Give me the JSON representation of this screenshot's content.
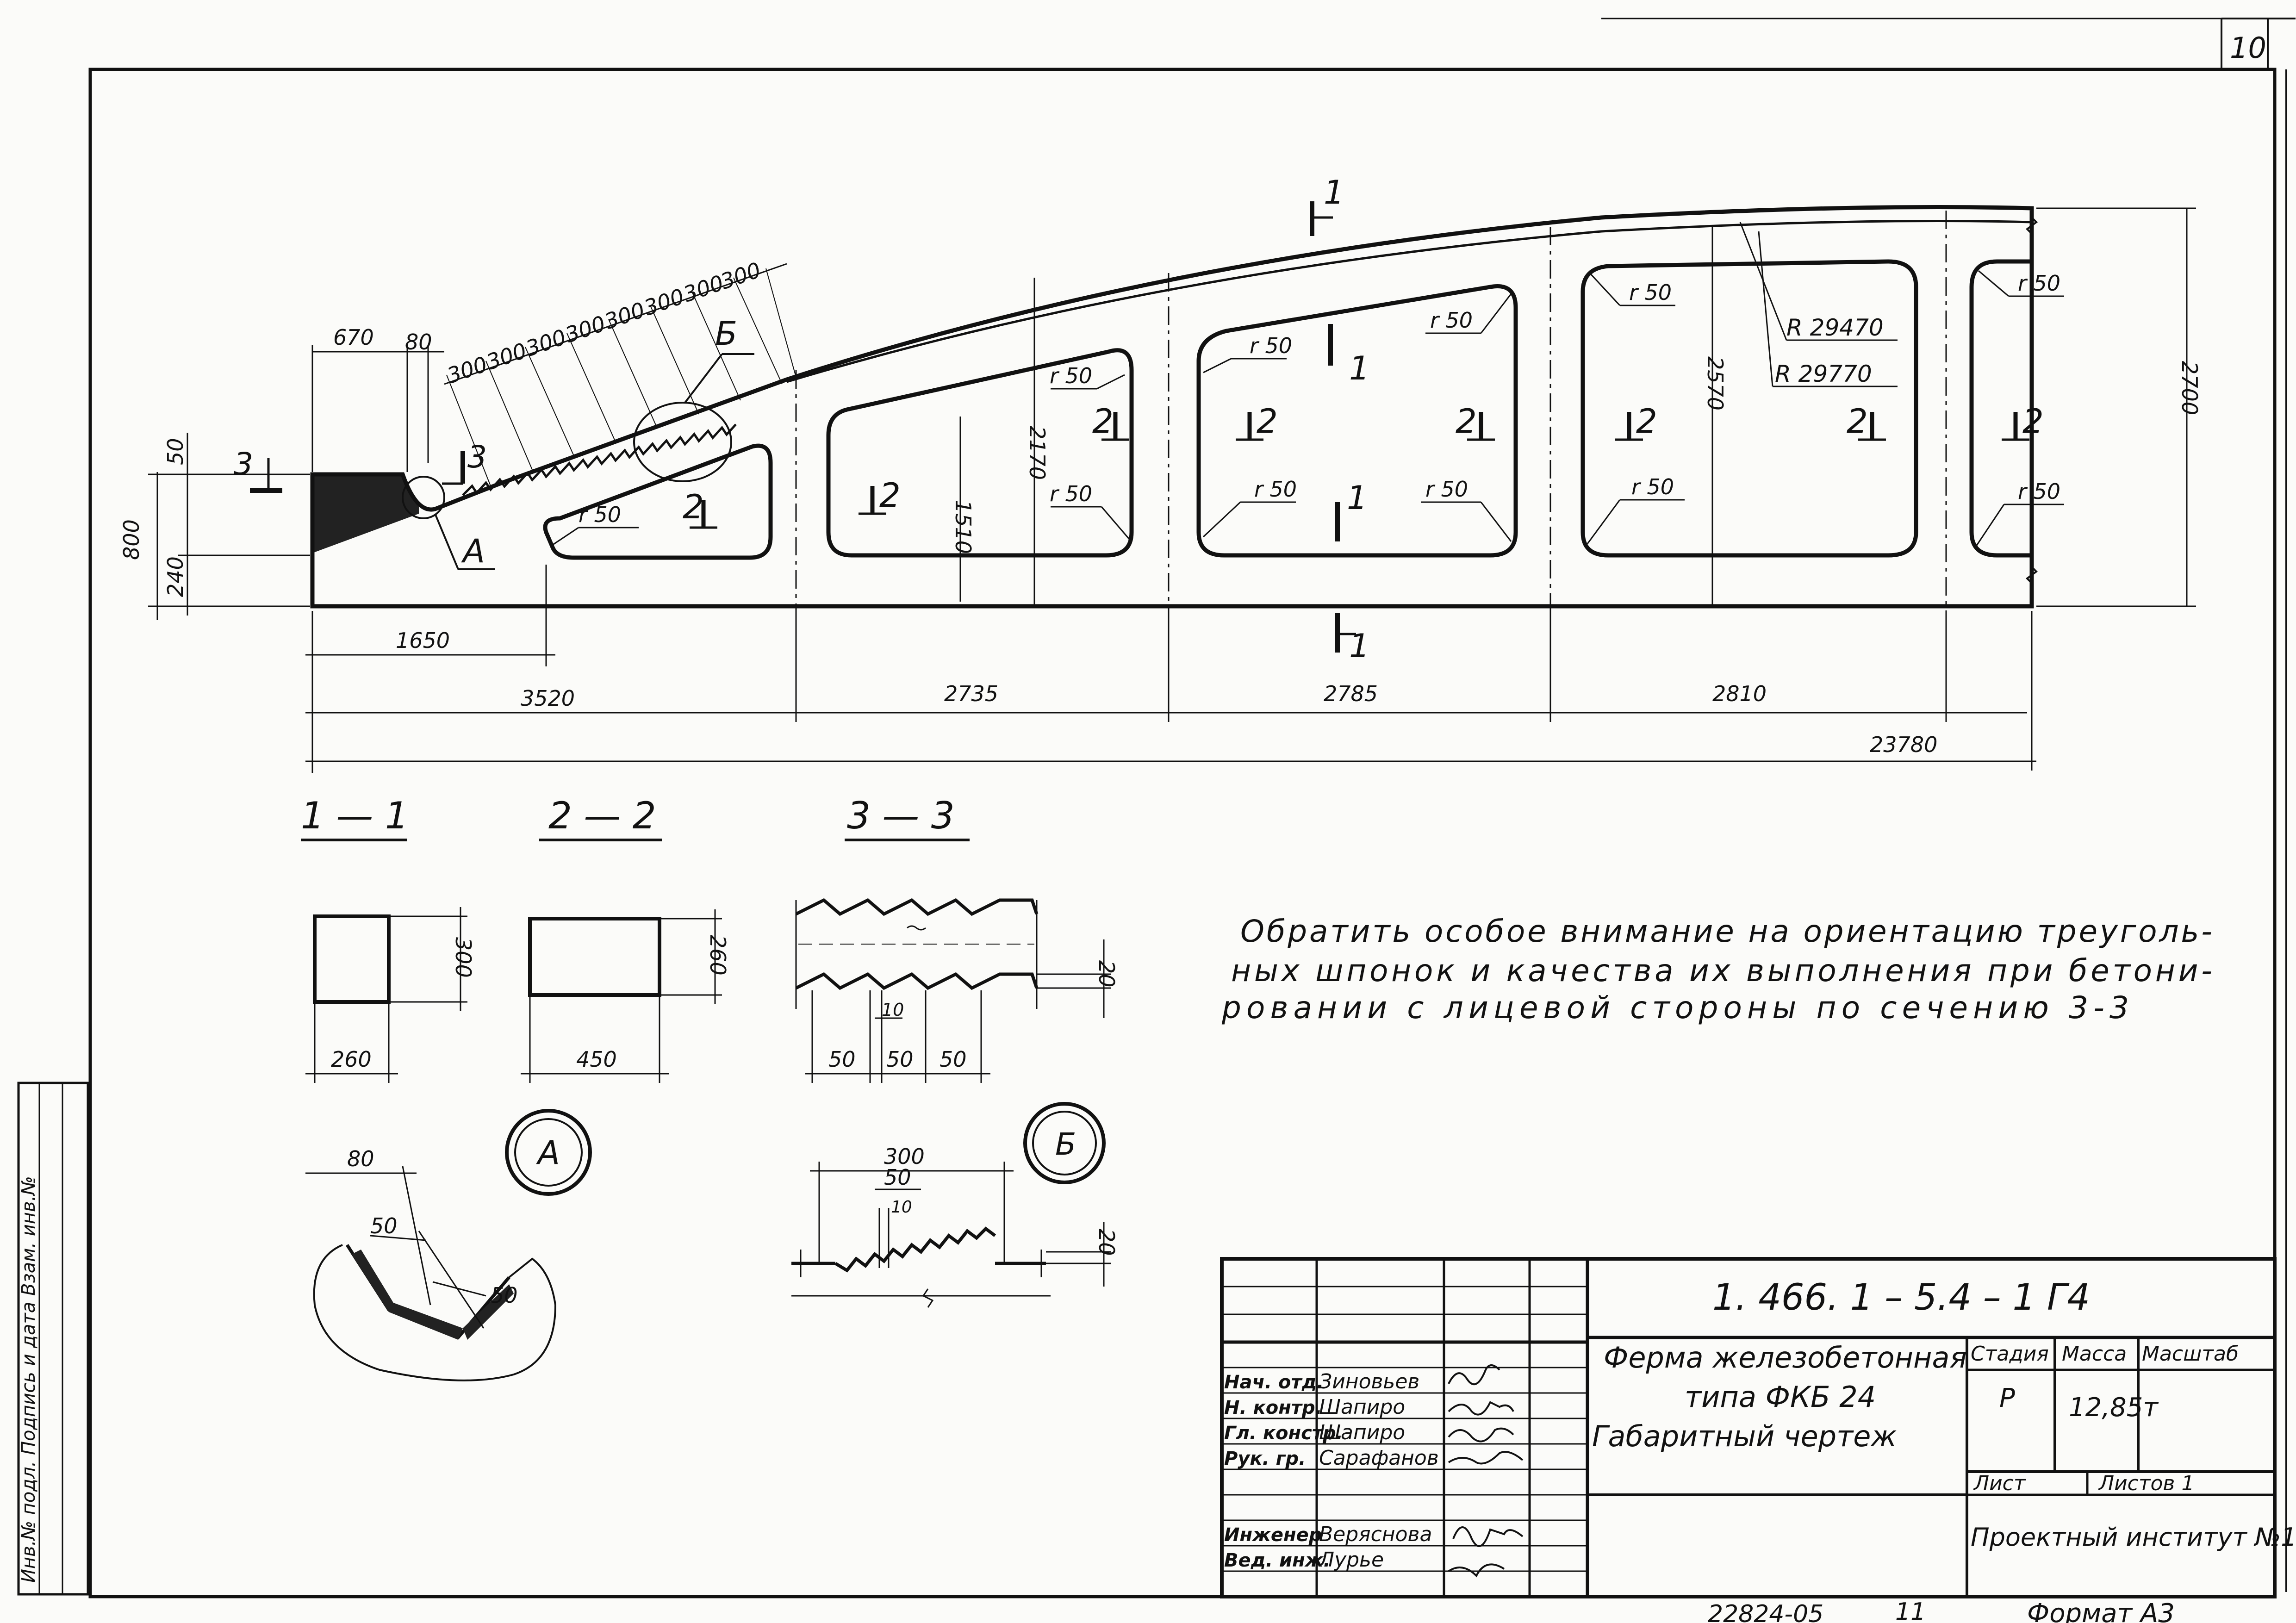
{
  "sheet": {
    "page_number": "10",
    "document_code": "1. 466. 1 – 5.4 – 1 Г4",
    "format": "Формат А3",
    "inventory_number": "22824-05",
    "inventory_suffix": "11",
    "side_stamp": "Инв.№ подл.  Подпись и дата  Взам. инв.№"
  },
  "elevation": {
    "top_dims": [
      "670",
      "80",
      "300",
      "300",
      "300",
      "300",
      "300",
      "300",
      "300",
      "300"
    ],
    "left_dims": {
      "h50": "50",
      "h800": "800",
      "h240": "240"
    },
    "right_dims": {
      "h2700": "2700",
      "h2570": "2570",
      "h2170": "2170",
      "h1510": "1510"
    },
    "radii": {
      "outer": "R 29470",
      "inner": "R 29770"
    },
    "fillet": "r 50",
    "bottom_dims": {
      "d1650": "1650",
      "d3520": "3520",
      "d2735": "2735",
      "d2785": "2785",
      "d2810": "2810",
      "total": "23780"
    },
    "section_marks": {
      "one": "1",
      "two": "2",
      "three": "3"
    },
    "callouts": {
      "a": "А",
      "b": "Б"
    }
  },
  "sections": {
    "s11": {
      "title": "1 — 1",
      "width": "260",
      "height": "300"
    },
    "s22": {
      "title": "2 — 2",
      "width": "450",
      "height": "260"
    },
    "s33": {
      "title": "3 — 3",
      "depth": "20",
      "pitch": [
        "50",
        "50",
        "50"
      ],
      "small": "10"
    }
  },
  "details": {
    "a": {
      "label": "А",
      "dims": [
        "80",
        "50",
        "50"
      ]
    },
    "b": {
      "label": "Б",
      "dims": [
        "300",
        "50",
        "10",
        "20"
      ]
    }
  },
  "note": {
    "lines": [
      "Обратить особое внимание на ориентацию треуголь-",
      "ных шпонок и качества их выполнения при бетони-",
      "ровании с лицевой стороны по сечению 3-3"
    ]
  },
  "title_block": {
    "roles": [
      "Нач. отд.",
      "Н. контр.",
      "Гл. констр.",
      "Рук. гр.",
      "Инженер",
      "Вед. инж."
    ],
    "names": [
      "Зиновьев",
      "Шапиро",
      "Шапиро",
      "Сарафанов",
      "Веряснова",
      "Лурье"
    ],
    "title_lines": [
      "Ферма железобетонная",
      "типа ФКБ 24",
      "Габаритный чертеж"
    ],
    "stage_label": "Стадия",
    "mass_label": "Масса",
    "scale_label": "Масштаб",
    "stage": "Р",
    "mass": "12,85т",
    "sheet_label": "Лист",
    "sheets_label": "Листов 1",
    "institute": "Проектный институт №1"
  }
}
